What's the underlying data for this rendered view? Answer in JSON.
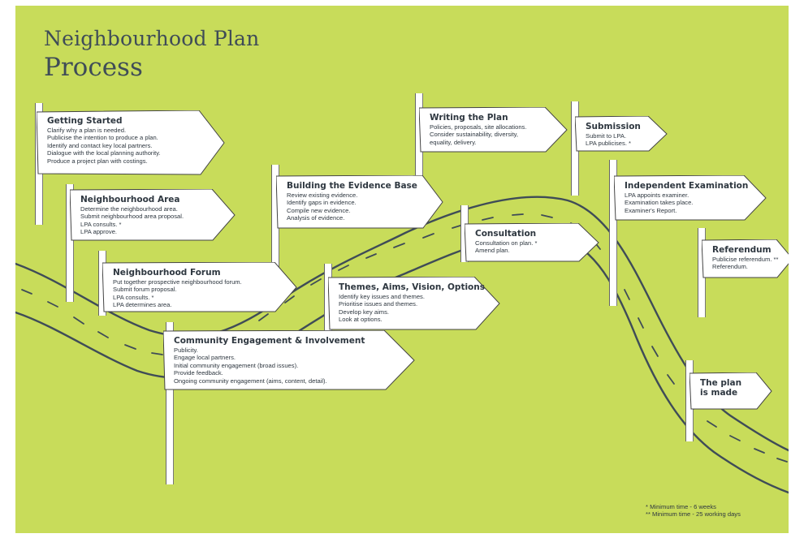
{
  "title": {
    "line1": "Neighbourhood Plan",
    "line2": "Process"
  },
  "steps": {
    "getting_started": {
      "title": "Getting Started",
      "lines": [
        "Clarify why a plan is needed.",
        "Publicise the intention to produce a plan.",
        "Identify and contact key local partners.",
        "Dialogue with the local planning authority.",
        "Produce a project plan with costings."
      ]
    },
    "neighbourhood_area": {
      "title": "Neighbourhood Area",
      "lines": [
        "Determine the neighbourhood area.",
        "Submit neighbourhood area proposal.",
        "LPA consults. *",
        "LPA approve."
      ]
    },
    "neighbourhood_forum": {
      "title": "Neighbourhood Forum",
      "lines": [
        "Put together prospective neighbourhood forum.",
        "Submit forum proposal.",
        "LPA consults. *",
        "LPA determines area."
      ]
    },
    "community_engagement": {
      "title": "Community Engagement & Involvement",
      "lines": [
        "Publicity.",
        "Engage local partners.",
        "Initial community engagement (broad issues).",
        "Provide feedback.",
        "Ongoing community engagement (aims, content, detail)."
      ]
    },
    "evidence_base": {
      "title": "Building the Evidence Base",
      "lines": [
        "Review existing evidence.",
        "Identify gaps in evidence.",
        "Compile new evidence.",
        "Analysis of evidence."
      ]
    },
    "themes": {
      "title": "Themes, Aims, Vision, Options",
      "lines": [
        "Identify key issues and themes.",
        "Prioritise issues and themes.",
        "Develop key aims.",
        "Look at options."
      ]
    },
    "writing": {
      "title": "Writing the Plan",
      "lines": [
        "Policies, proposals, site allocations.",
        "Consider sustainability, diversity,",
        "equality, delivery."
      ]
    },
    "consultation": {
      "title": "Consultation",
      "lines": [
        "Consultation on plan. *",
        "Amend plan."
      ]
    },
    "submission": {
      "title": "Submission",
      "lines": [
        "Submit to LPA.",
        "LPA publicises. *"
      ]
    },
    "examination": {
      "title": "Independent Examination",
      "lines": [
        "LPA appoints examiner.",
        "Examination takes place.",
        "Examiner's Report."
      ]
    },
    "referendum": {
      "title": "Referendum",
      "lines": [
        "Publicise referendum. **",
        "Referendum."
      ]
    },
    "made": {
      "title_line1": "The plan",
      "title_line2": "is made"
    }
  },
  "footnotes": {
    "single": "* Minimum time - 6 weeks",
    "double": "** Minimum time - 25 working days"
  },
  "colors": {
    "background": "#c8dc5a",
    "road": "#3f4c57",
    "sign": "#ffffff",
    "text": "#2e3740"
  }
}
